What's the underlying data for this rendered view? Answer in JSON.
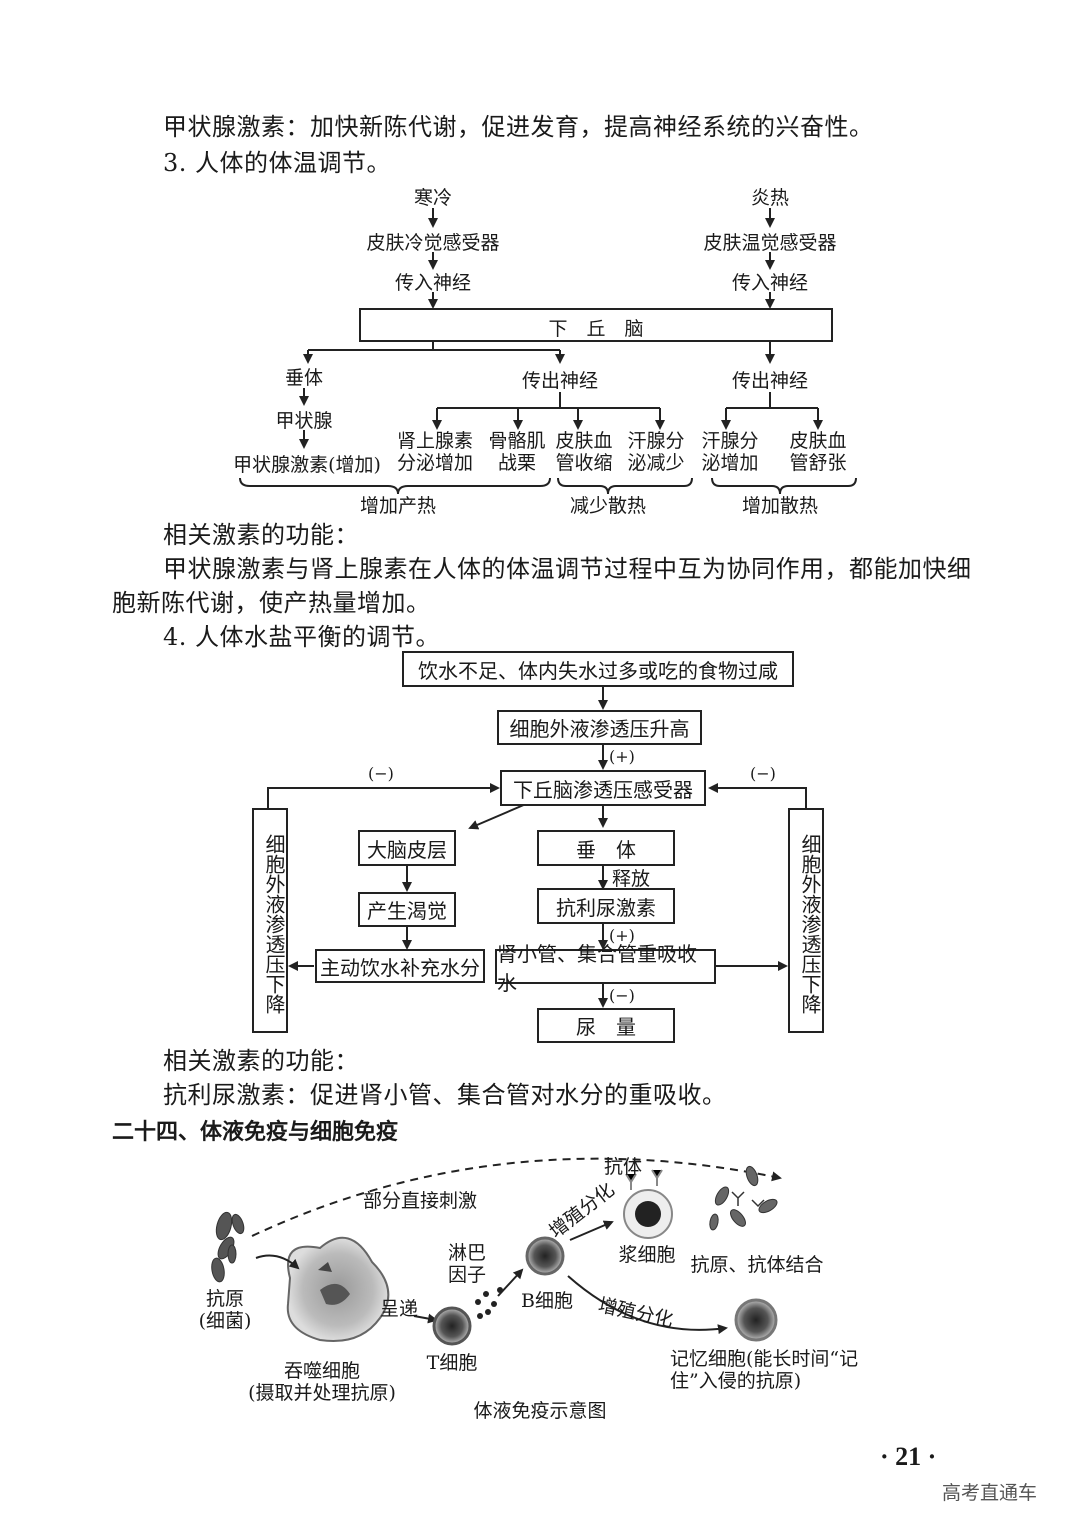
{
  "text": {
    "p1": "甲状腺激素：加快新陈代谢，促进发育，提高神经系统的兴奋性。",
    "s3": "3. 人体的体温调节。",
    "rel1": "相关激素的功能：",
    "p2a": "甲状腺激素与肾上腺素在人体的体温调节过程中互为协同作用，都能加快细",
    "p2b": "胞新陈代谢，使产热量增加。",
    "s4": "4. 人体水盐平衡的调节。",
    "rel2": "相关激素的功能：",
    "p3": "抗利尿激素：促进肾小管、集合管对水分的重吸收。",
    "h24": "二十四、体液免疫与细胞免疫"
  },
  "temp": {
    "cold": "寒冷",
    "hot": "炎热",
    "cold_receptor": "皮肤冷觉感受器",
    "warm_receptor": "皮肤温觉感受器",
    "afferent_l": "传入神经",
    "afferent_r": "传入神经",
    "hypothalamus": "下　丘　脑",
    "pituitary": "垂体",
    "efferent_m": "传出神经",
    "efferent_r": "传出神经",
    "thyroid": "甲状腺",
    "thyroid_hormone": "甲状腺激素(增加)",
    "adrenal": "肾上腺素\n分泌增加",
    "muscle": "骨骼肌\n战栗",
    "vaso_con": "皮肤血\n管收缩",
    "sweat_down": "汗腺分\n泌减少",
    "sweat_up": "汗腺分\n泌增加",
    "vaso_dil": "皮肤血\n管舒张",
    "heat_prod": "增加产热",
    "heat_less": "减少散热",
    "heat_more": "增加散热"
  },
  "water": {
    "top": "饮水不足、体内失水过多或吃的食物过咸",
    "ecf_up": "细胞外液渗透压升高",
    "plus1": "(+)",
    "receptor": "下丘脑渗透压感受器",
    "minus_l": "(−)",
    "minus_r": "(−)",
    "cortex": "大脑皮层",
    "thirst": "产生渴觉",
    "drink": "主动饮水补充水分",
    "pituitary": "垂　体",
    "release": "释放",
    "adh": "抗利尿激素",
    "plus2": "(+)",
    "kidney": "肾小管、集合管重吸收水",
    "minus3": "(−)",
    "urine": "尿　量",
    "ecf_down_l": "细胞外液渗透压下降",
    "ecf_down_r": "细胞外液渗透压下降"
  },
  "immune": {
    "direct": "部分直接刺激",
    "antibody": "抗体",
    "prolif1": "增殖分化",
    "plasma": "浆细胞",
    "binding": "抗原、抗体结合",
    "lymph": "淋巴\n因子",
    "bcell": "B细胞",
    "present": "呈递",
    "antigen": "抗原\n(细菌)",
    "phago": "吞噬细胞\n(摄取并处理抗原)",
    "tcell": "T细胞",
    "prolif2": "增殖分化",
    "memory": "记忆细胞(能长时间“记\n住”入侵的抗原)",
    "caption": "体液免疫示意图"
  },
  "page_number": "· 21 ·",
  "watermark": "高考直通车"
}
